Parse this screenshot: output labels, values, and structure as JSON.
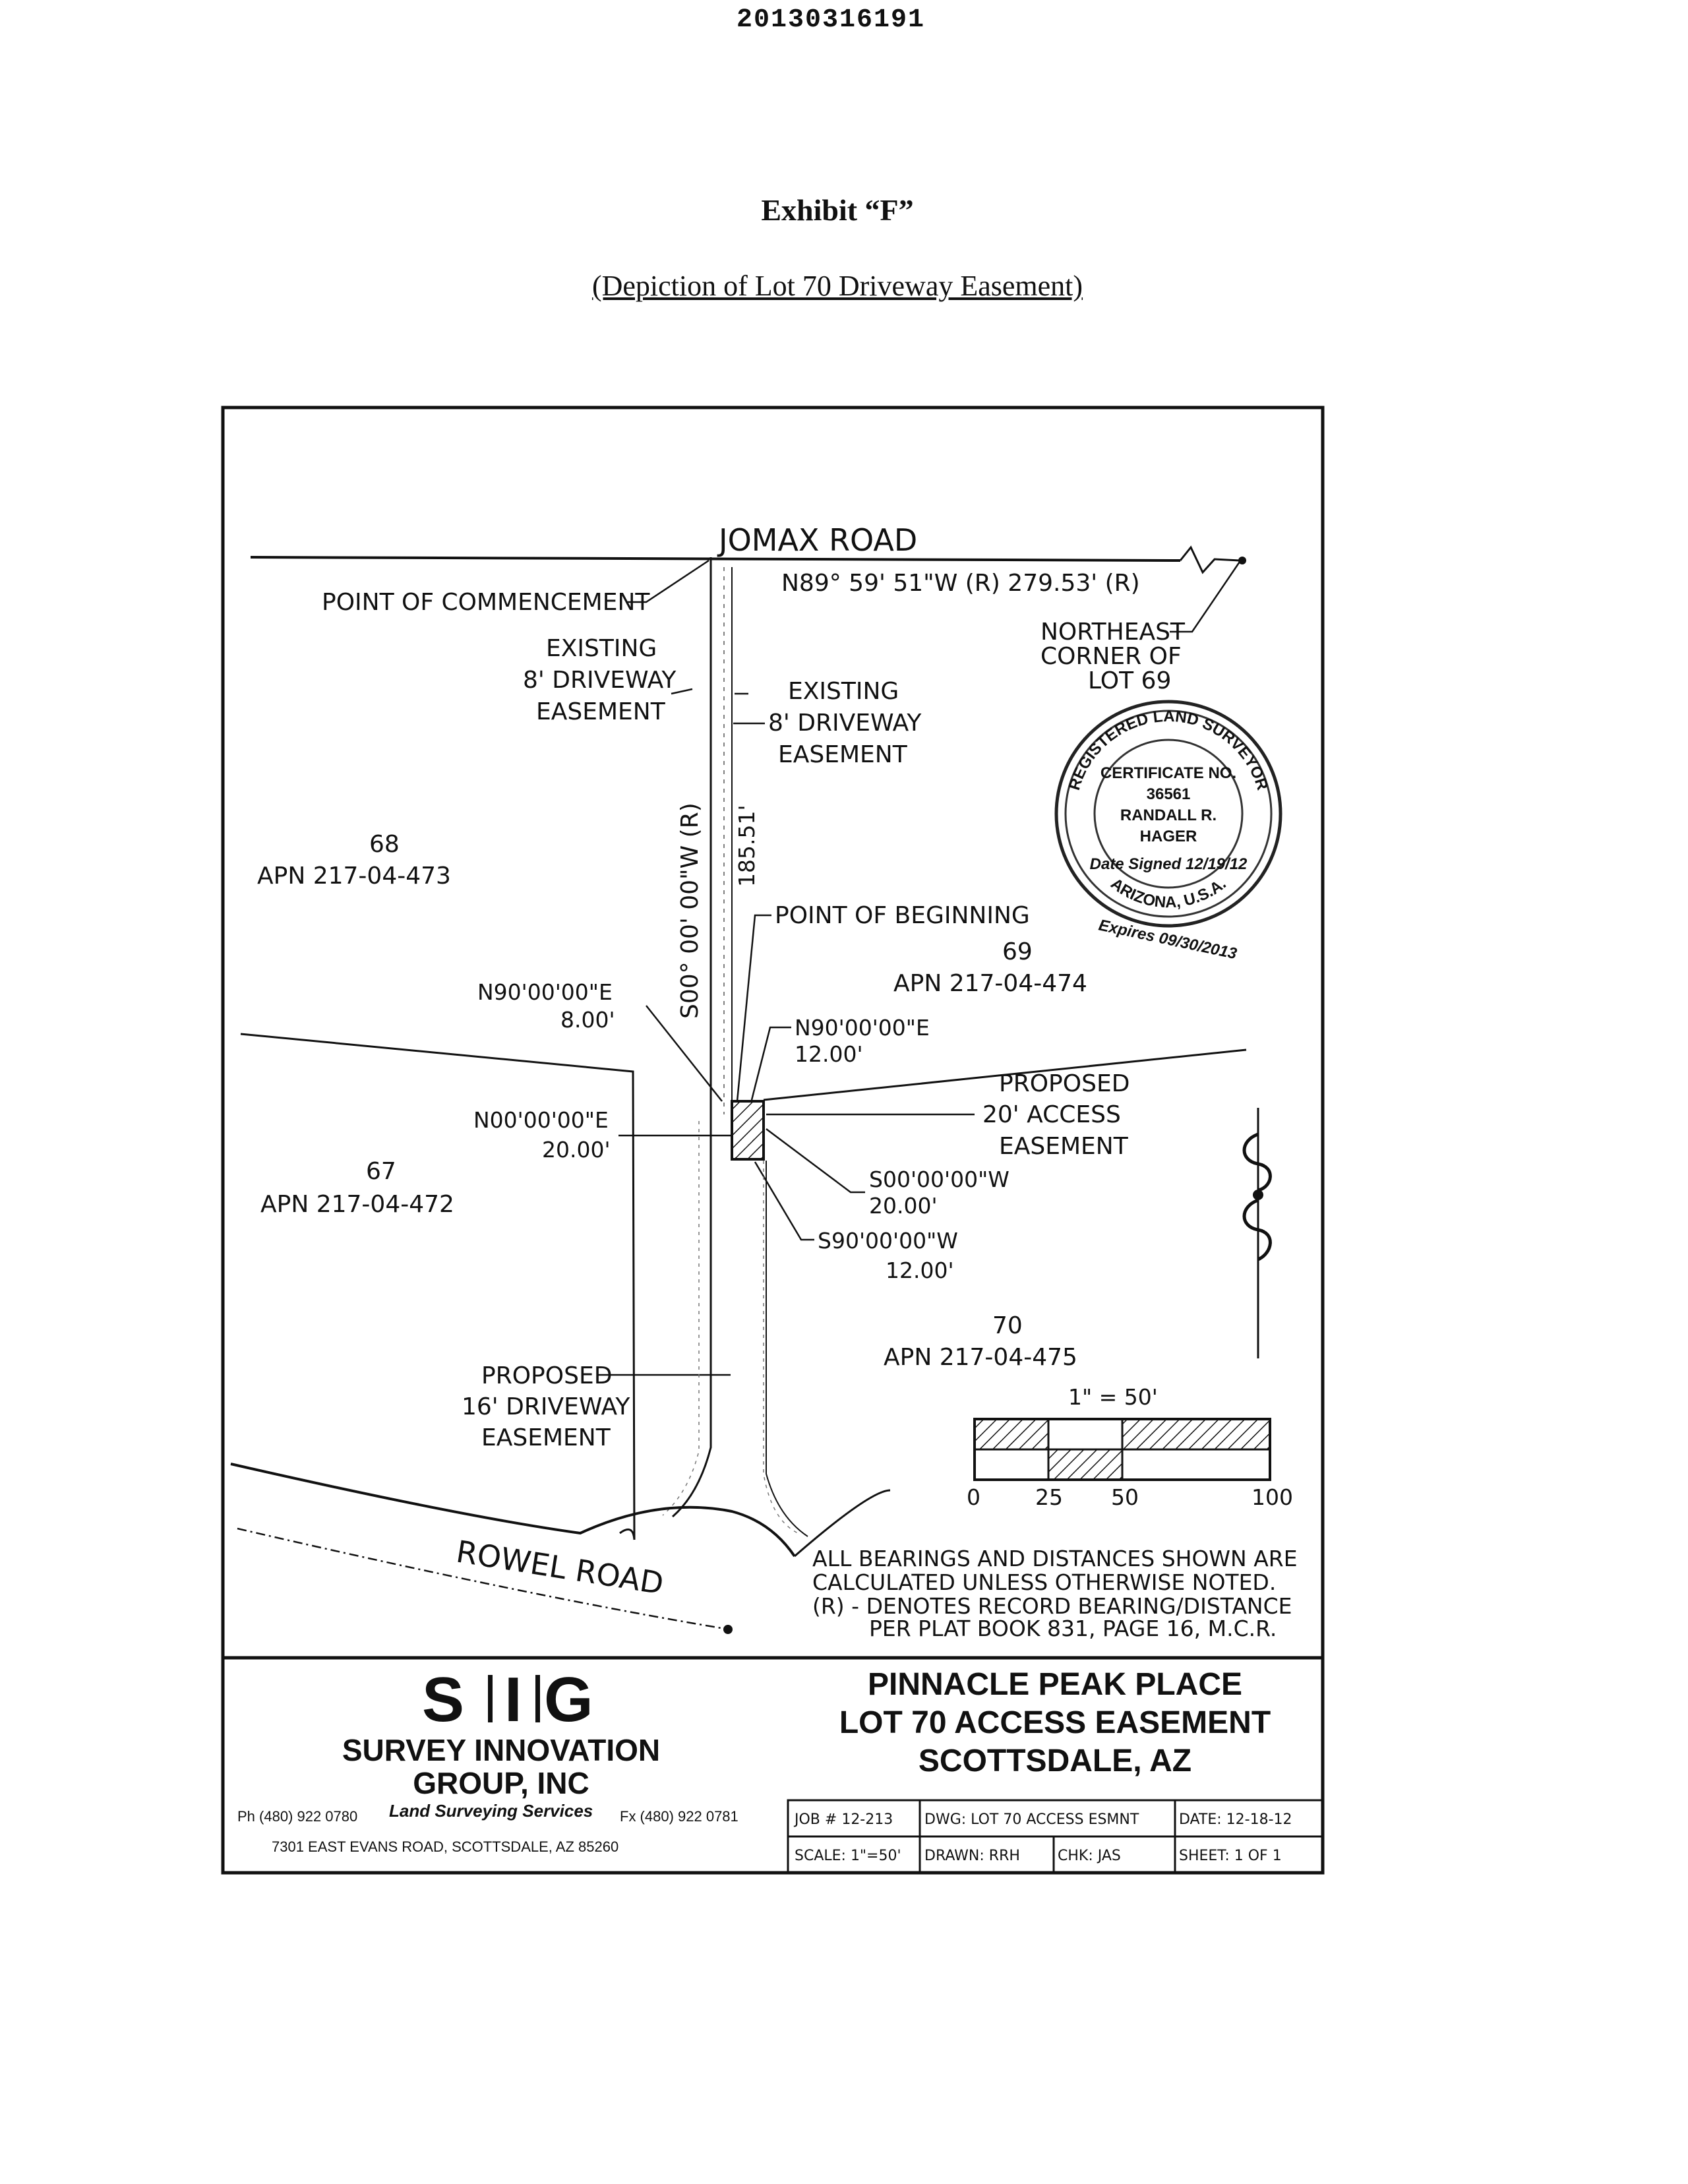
{
  "header": {
    "doc_number": "20130316191",
    "exhibit": "Exhibit “F”",
    "subtitle": "(Depiction of Lot 70 Driveway Easement)"
  },
  "plat": {
    "roads": {
      "north": "JOMAX ROAD",
      "south": "ROWEL ROAD"
    },
    "bearing_north": "N89° 59' 51\"W (R)   279.53' (R)",
    "bearing_vertical": "S00° 00' 00\"W (R)",
    "distance_vertical": "185.51'",
    "labels": {
      "poc": "POINT OF COMMENCEMENT",
      "pob": "POINT OF BEGINNING",
      "existing_left": [
        "EXISTING",
        "8' DRIVEWAY",
        "EASEMENT"
      ],
      "existing_right": [
        "EXISTING",
        "8' DRIVEWAY",
        "EASEMENT"
      ],
      "ne_corner": [
        "NORTHEAST",
        "CORNER OF",
        "LOT 69"
      ],
      "proposed_access": [
        "PROPOSED",
        "20' ACCESS",
        "EASEMENT"
      ],
      "proposed_driveway": [
        "PROPOSED",
        "16' DRIVEWAY",
        "EASEMENT"
      ]
    },
    "lots": [
      {
        "number": "68",
        "apn": "APN  217-04-473"
      },
      {
        "number": "69",
        "apn": "APN  217-04-474"
      },
      {
        "number": "67",
        "apn": "APN  217-04-472"
      },
      {
        "number": "70",
        "apn": "APN  217-04-475"
      }
    ],
    "courses": {
      "c1": [
        "N90'00'00\"E",
        "8.00'"
      ],
      "c2": [
        "N90'00'00\"E",
        "12.00'"
      ],
      "c3": [
        "N00'00'00\"E",
        "20.00'"
      ],
      "c4": [
        "S00'00'00\"W",
        "20.00'"
      ],
      "c5": [
        "S90'00'00\"W",
        "12.00'"
      ]
    },
    "scale": {
      "label": "1\" = 50'",
      "ticks": [
        "0",
        "25",
        "50",
        "100"
      ]
    },
    "notes": [
      "ALL BEARINGS AND DISTANCES SHOWN ARE",
      "CALCULATED UNLESS OTHERWISE NOTED.",
      "(R) - DENOTES RECORD BEARING/DISTANCE",
      "PER PLAT BOOK 831, PAGE 16, M.C.R."
    ],
    "seal": {
      "outer_top": "REGISTERED LAND SURVEYOR",
      "outer_bottom": "ARIZONA, U.S.A.",
      "cert": "CERTIFICATE NO.",
      "number": "36561",
      "name": [
        "RANDALL R.",
        "HAGER"
      ],
      "signed": "Date Signed 12/19/12",
      "expires": "Expires 09/30/2013"
    }
  },
  "title_block": {
    "logo": [
      "S",
      "I",
      "G"
    ],
    "company": [
      "SURVEY INNOVATION",
      "GROUP, INC"
    ],
    "phone": "Ph (480) 922 0780",
    "services": "Land Surveying Services",
    "fax": "Fx (480) 922 0781",
    "address": "7301 EAST EVANS ROAD, SCOTTSDALE, AZ 85260",
    "project": [
      "PINNACLE PEAK PLACE",
      "LOT 70 ACCESS EASEMENT",
      "SCOTTSDALE, AZ"
    ],
    "cells": {
      "job": "JOB # 12-213",
      "dwg": "DWG: LOT 70 ACCESS ESMNT",
      "date": "DATE: 12-18-12",
      "scale": "SCALE: 1\"=50'",
      "drawn": "DRAWN: RRH",
      "chk": "CHK: JAS",
      "sheet": "SHEET: 1 OF 1"
    }
  }
}
